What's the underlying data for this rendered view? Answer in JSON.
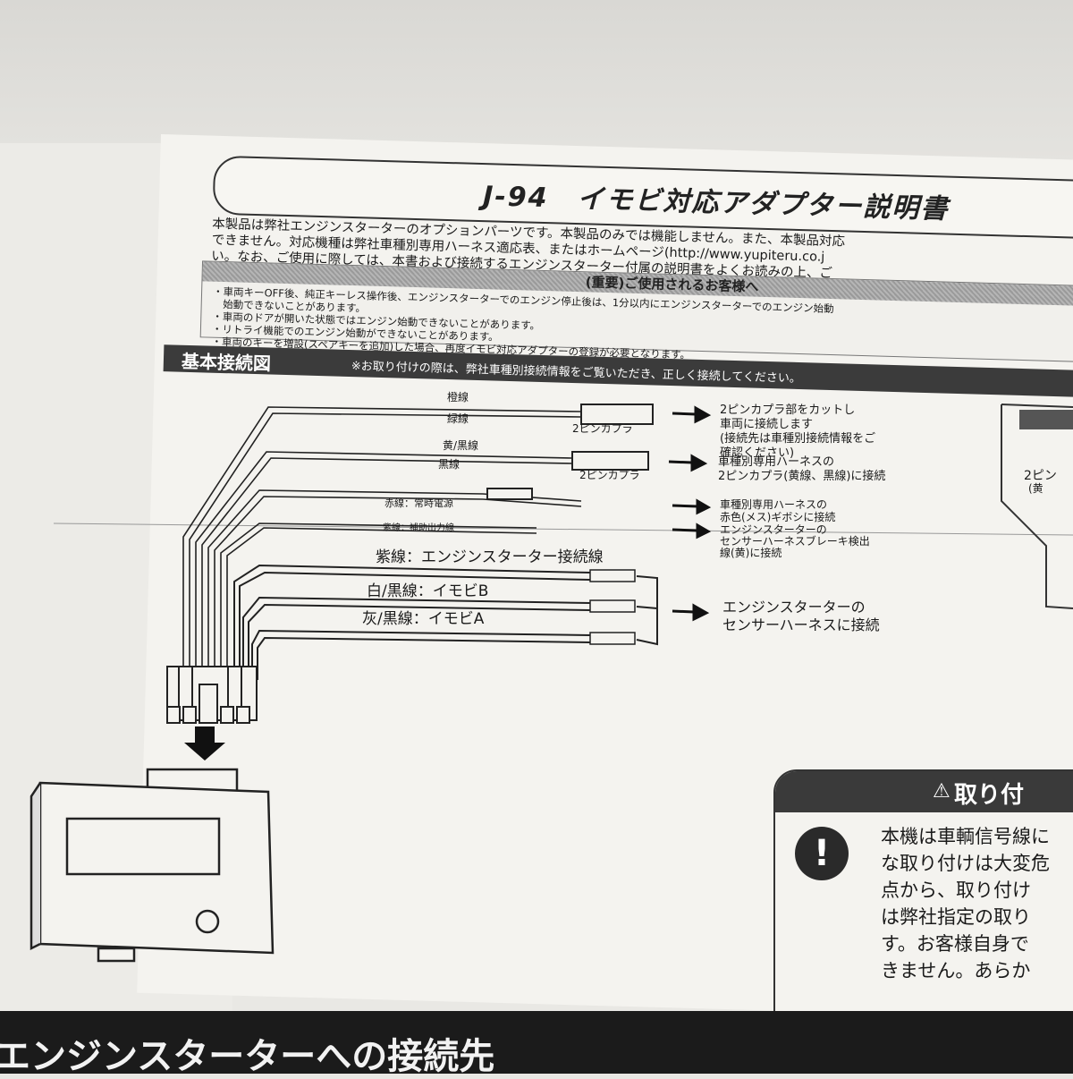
{
  "doc": {
    "title": "J-94　イモビ対応アダプター説明書",
    "intro": [
      "本製品は弊社エンジンスターターのオプションパーツです。本製品のみでは機能しません。また、本製品対応",
      "できません。対応機種は弊社車種別専用ハーネス適応表、またはホームページ(http://www.yupiteru.co.j",
      "い。なお、ご使用に際しては、本書および接続するエンジンスターター付属の説明書をよくお読みの上、ご"
    ],
    "intro_small": "始動できないことがあります。",
    "notes_title": "(重要)ご使用されるお客様へ",
    "notes": [
      "・車両キーOFF後、純正キーレス操作後、エンジンスターターでのエンジン停止後は、1分以内にエンジンスターターでのエンジン始動",
      "　始動できないことがあります。",
      "・車両のドアが開いた状態ではエンジン始動できないことがあります。",
      "・リトライ機能でのエンジン始動ができないことがあります。",
      "・車両のキーを増設(スペアキーを追加)した場合、再度イモビ対応アダプターの登録が必要となります。"
    ],
    "section_title": "基本接続図",
    "section_note": "※お取り付けの際は、弊社車種別接続情報をご覧いただき、正しく接続してください。"
  },
  "diagram": {
    "wires": {
      "orange": "橙線",
      "green": "緑線",
      "yellow_black": "黄/黒線",
      "black": "黒線",
      "red": "赤線：常時電源",
      "purple_aux": "紫線：補助出力線",
      "purple_start": "紫線：エンジンスターター接続線",
      "white_black": "白/黒線：イモビB",
      "gray_black": "灰/黒線：イモビA"
    },
    "coupler_label": "2ピンカプラ",
    "targets": {
      "t1_line1": "2ピンカプラ部をカットし",
      "t1_line2": "車両に接続します",
      "t1_line3": "(接続先は車種別接続情報をご",
      "t1_line4": "確認ください)",
      "t2_line1": "車種別専用ハーネスの",
      "t2_line2": "2ピンカプラ(黄線、黒線)に接続",
      "t3_line1": "車種別専用ハーネスの",
      "t3_line2": "赤色(メス)ギボシに接続",
      "t4_line1": "エンジンスターターの",
      "t4_line2": "センサーハーネスブレーキ検出",
      "t4_line3": "線(黄)に接続",
      "t5_line1": "エンジンスターターの",
      "t5_line2": "センサーハーネスに接続"
    },
    "side_label": "2ピン",
    "side_label2": "(黄"
  },
  "warning": {
    "title": "取り付",
    "lines": [
      "本機は車輌信号線に",
      "な取り付けは大変危",
      "点から、取り付け",
      "は弊社指定の取り",
      "す。お客様自身で",
      "きません。あらか"
    ]
  },
  "footer": {
    "title": "エンジンスターターへの接続先"
  }
}
